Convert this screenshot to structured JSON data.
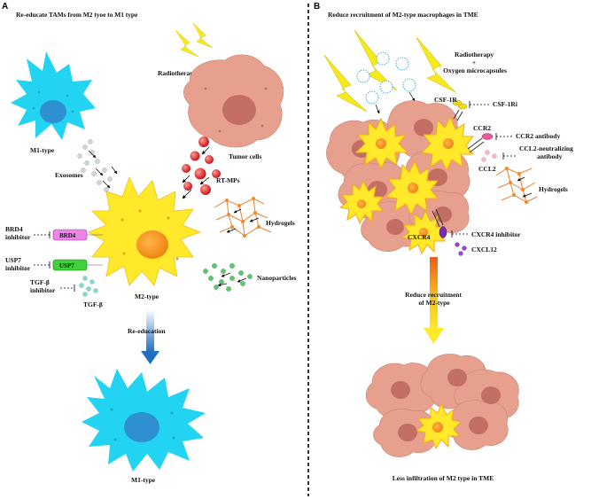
{
  "panel_a": {
    "letter": "A",
    "title": "Re-educate TAMs from M2 tyoe to M1 type",
    "radiotherapy": "Radiotherapy",
    "m1_top": "M1-type",
    "exosomes": "Exosomes",
    "tumor_cells": "Tumor cells",
    "rt_mps": "RT-MPs",
    "brd4_inhibitor": [
      "BRD4",
      "inhibitor"
    ],
    "brd4": "BRD4",
    "usp7_inhibitor": [
      "USP7",
      "inhibitor"
    ],
    "usp7": "USP7",
    "tgf_inhibitor": [
      "TGF-β",
      "inhibitor"
    ],
    "tgf": "TGF-β",
    "hydrogels": "Hydrogels",
    "nanoparticles": "Nanoparticles",
    "m2_type": "M2-type",
    "re_education": "Re-education",
    "m1_bottom": "M1-type"
  },
  "panel_b": {
    "letter": "B",
    "title": "Reduce recruitment of M2-type macrophages in TME",
    "radiotherapy": [
      "Radiotherapy",
      "+",
      "Oxygen microcapsules"
    ],
    "csf1r": "CSF-1R",
    "csf1ri": "CSF-1Ri",
    "ccr2": "CCR2",
    "ccr2_antibody": "CCR2 antibody",
    "ccl2": "CCL2",
    "ccl2_antibody": [
      "CCL2-neutralizing",
      "antibody"
    ],
    "hydrogels": "Hydrogels",
    "cxcr4": "CXCR4",
    "cxcr4_inhibitor": "CXCR4 inhibitor",
    "cxcl12": "CXCL12",
    "reduce_recruitment": [
      "Reduce recruitment",
      "of M2-type"
    ],
    "less_infiltration": "Less infiltration of M2 type in TME"
  },
  "colors": {
    "m1_cell": "#22d3f2",
    "m1_nucleus": "#2e8fd1",
    "m2_cell": "#ffe92a",
    "m2_nucleus": "#f6941d",
    "tumor_cell": "#e8a08e",
    "tumor_nucleus": "#c36e62",
    "bolt": "#f7ea1c",
    "brd4_box": "#ee86e8",
    "usp7_box": "#3fd23a",
    "rtmp": "#e0282a",
    "tgf": "#84d9d3",
    "nano": "#5ec86e",
    "divider": "#000000"
  }
}
